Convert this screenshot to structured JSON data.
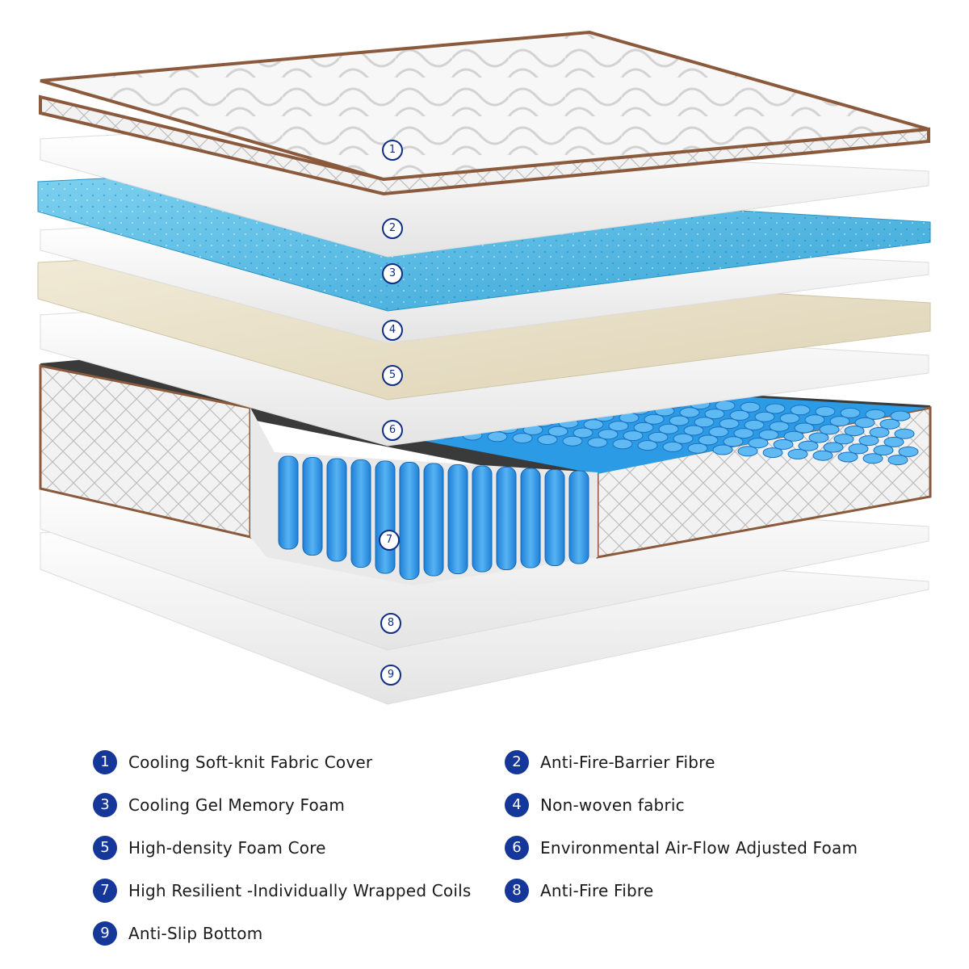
{
  "layers": [
    {
      "id": "1",
      "label": "Cooling Soft-knit Fabric Cover"
    },
    {
      "id": "2",
      "label": "Anti-Fire-Barrier Fibre"
    },
    {
      "id": "3",
      "label": "Cooling Gel Memory Foam"
    },
    {
      "id": "4",
      "label": "Non-woven fabric"
    },
    {
      "id": "5",
      "label": "High-density Foam Core"
    },
    {
      "id": "6",
      "label": "Environmental Air-Flow Adjusted Foam"
    },
    {
      "id": "7",
      "label": "High Resilient -Individually Wrapped Coils"
    },
    {
      "id": "8",
      "label": "Anti-Fire Fibre"
    },
    {
      "id": "9",
      "label": "Anti-Slip Bottom"
    }
  ],
  "colors": {
    "marker": "#0f2f86",
    "legend_badge": "#15379a",
    "trim": "#8b5a3c",
    "gel_foam": "#4db8e0",
    "core_foam": "#e8e0c8",
    "coil": "#2f8fe0"
  }
}
